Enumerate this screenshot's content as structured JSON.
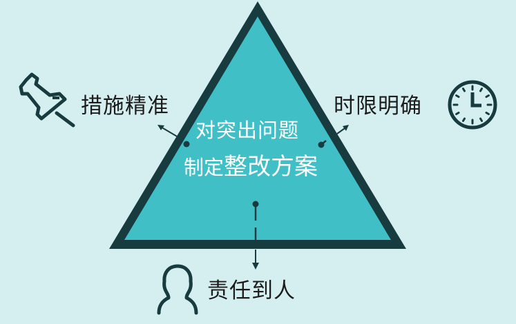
{
  "diagram": {
    "type": "triangle-concept",
    "center": {
      "line1": "对突出问题",
      "line2_prefix": "制定",
      "line2_emphasis": "整改方案"
    },
    "corners": [
      {
        "id": "left",
        "label": "措施精准",
        "icon": "pushpin-icon"
      },
      {
        "id": "right",
        "label": "时限明确",
        "icon": "clock-icon"
      },
      {
        "id": "bottom",
        "label": "责任到人",
        "icon": "person-icon"
      }
    ]
  },
  "colors": {
    "background": "#d5eef0",
    "triangle_fill": "#41bfc7",
    "stroke": "#173b3f",
    "center_text": "#ffffff",
    "label_text": "#1c1c1c"
  }
}
